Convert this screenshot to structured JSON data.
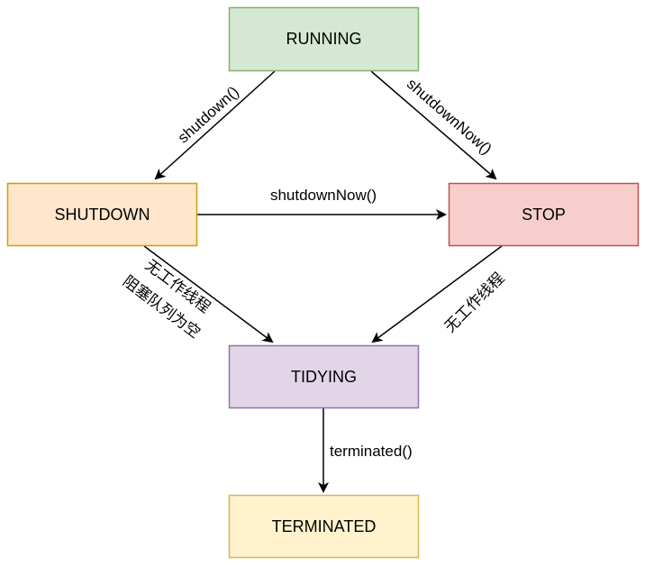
{
  "diagram": {
    "type": "state-diagram",
    "nodes": {
      "running": {
        "label": "RUNNING",
        "fill": "#d5e8d4",
        "stroke": "#82b366"
      },
      "shutdown": {
        "label": "SHUTDOWN",
        "fill": "#ffe6cc",
        "stroke": "#d79b00"
      },
      "stop": {
        "label": "STOP",
        "fill": "#f8cecc",
        "stroke": "#b85450"
      },
      "tidying": {
        "label": "TIDYING",
        "fill": "#e1d5e7",
        "stroke": "#9673a6"
      },
      "terminated": {
        "label": "TERMINATED",
        "fill": "#fff2cc",
        "stroke": "#d6b656"
      }
    },
    "edges": {
      "running_to_shutdown": {
        "from": "RUNNING",
        "to": "SHUTDOWN",
        "label": "shutdown()"
      },
      "running_to_stop": {
        "from": "RUNNING",
        "to": "STOP",
        "label": "shutdownNow()"
      },
      "shutdown_to_stop": {
        "from": "SHUTDOWN",
        "to": "STOP",
        "label": "shutdownNow()"
      },
      "shutdown_to_tidying": {
        "from": "SHUTDOWN",
        "to": "TIDYING",
        "label_line1": "无工作线程",
        "label_line2": "阻塞队列为空"
      },
      "stop_to_tidying": {
        "from": "STOP",
        "to": "TIDYING",
        "label": "无工作线程"
      },
      "tidying_to_terminated": {
        "from": "TIDYING",
        "to": "TERMINATED",
        "label": "terminated()"
      }
    }
  }
}
